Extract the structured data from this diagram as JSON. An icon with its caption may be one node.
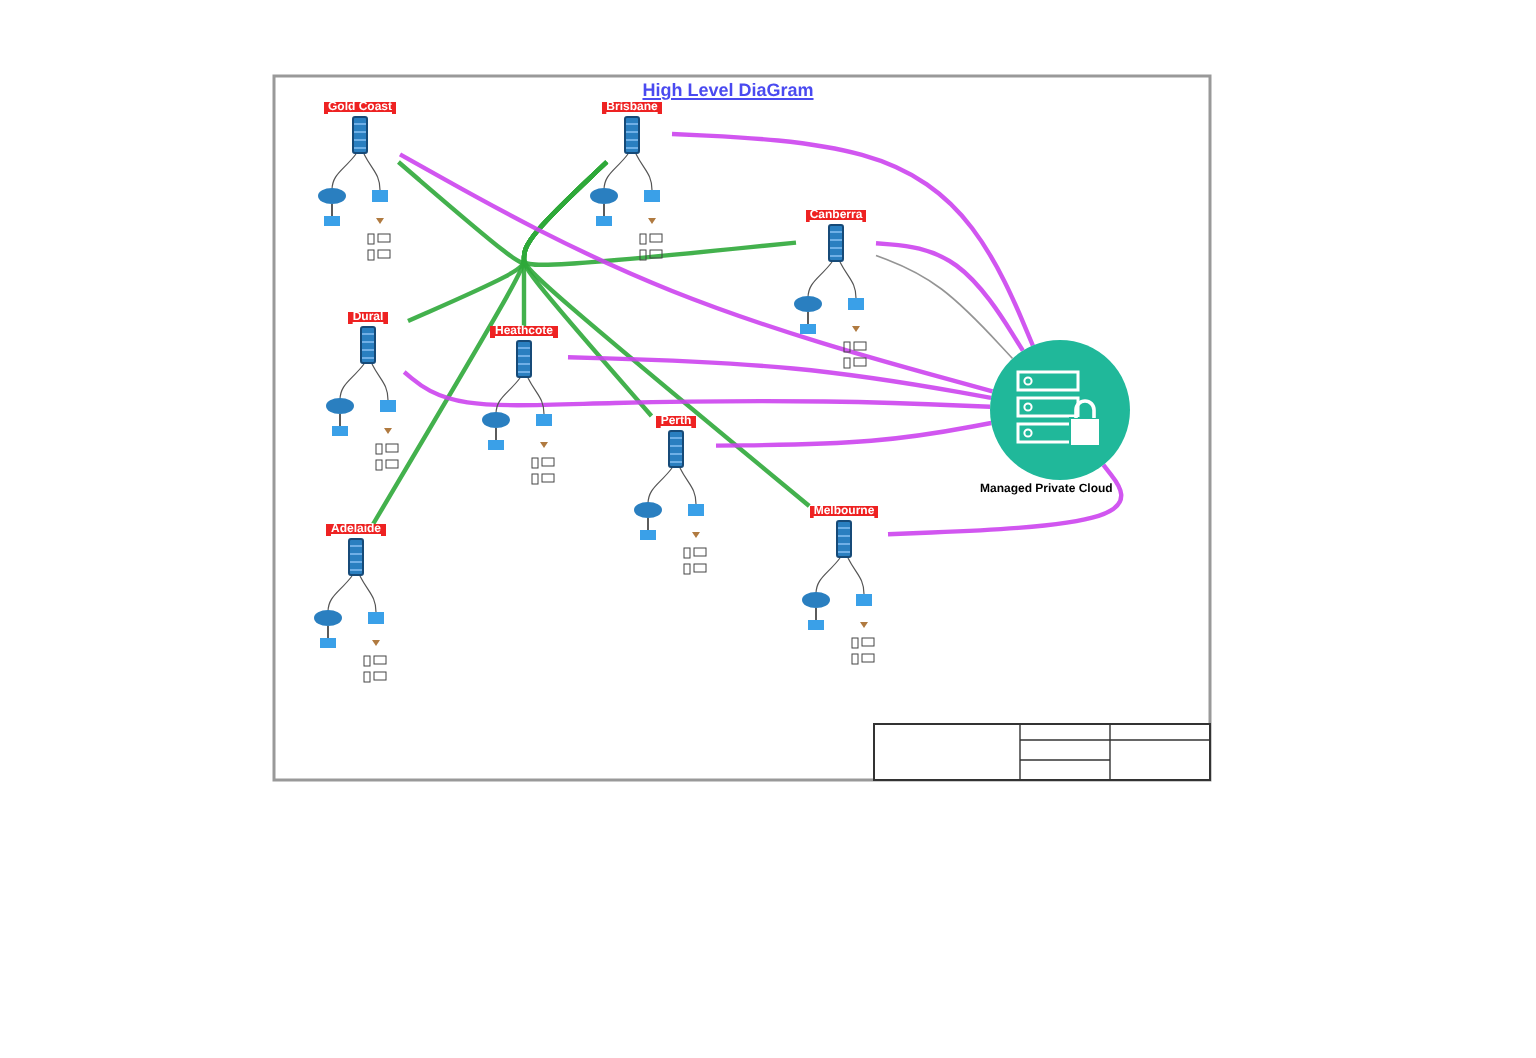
{
  "diagram": {
    "title": "High Level DiaGram",
    "nodes": [
      {
        "text": [
          "Gold Coast"
        ]
      },
      {
        "text": [
          "Brisbane"
        ]
      },
      {
        "text": [
          "Canberra"
        ]
      },
      {
        "text": [
          "Dural"
        ]
      },
      {
        "text": [
          "Heathcote"
        ]
      },
      {
        "text": [
          "Perth"
        ]
      },
      {
        "text": [
          "Adelaide"
        ]
      },
      {
        "text": [
          "Melbourne"
        ]
      },
      {
        "text": [],
        "shape": "circle",
        "beside": [
          "Managed Private Cloud"
        ]
      }
    ],
    "edges": [
      {
        "from": 1,
        "to": 0,
        "arrow": "none"
      },
      {
        "from": 1,
        "to": 2,
        "arrow": "none"
      },
      {
        "from": 1,
        "to": 3,
        "arrow": "none"
      },
      {
        "from": 1,
        "to": 4,
        "arrow": "none"
      },
      {
        "from": 1,
        "to": 5,
        "arrow": "none"
      },
      {
        "from": 1,
        "to": 6,
        "arrow": "none"
      },
      {
        "from": 1,
        "to": 7,
        "arrow": "none"
      },
      {
        "from": 0,
        "to": 8,
        "arrow": "none",
        "color": "#cc44ee"
      },
      {
        "from": 1,
        "to": 8,
        "arrow": "none",
        "color": "#cc44ee"
      },
      {
        "from": 2,
        "to": 8,
        "arrow": "none",
        "color": "#cc44ee"
      },
      {
        "from": 3,
        "to": 8,
        "arrow": "none",
        "color": "#cc44ee"
      },
      {
        "from": 4,
        "to": 8,
        "arrow": "none",
        "color": "#cc44ee"
      },
      {
        "from": 5,
        "to": 8,
        "arrow": "none",
        "color": "#cc44ee"
      },
      {
        "from": 7,
        "to": 8,
        "arrow": "none",
        "color": "#cc44ee"
      },
      {
        "from": 2,
        "to": 8,
        "arrow": "none",
        "color": "#888888"
      }
    ]
  }
}
